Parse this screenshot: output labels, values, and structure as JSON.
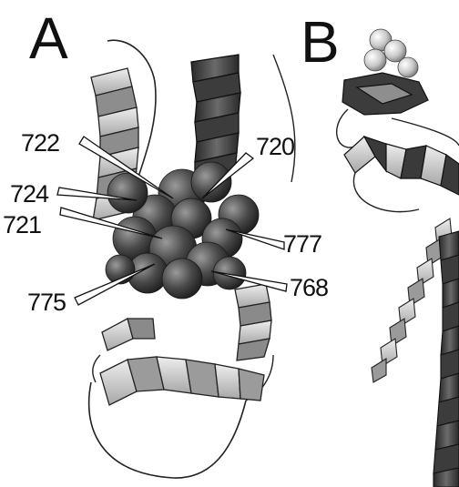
{
  "panels": [
    {
      "letter": "A"
    },
    {
      "letter": "B"
    }
  ],
  "residue_labels": {
    "r722": "722",
    "r724": "724",
    "r721": "721",
    "r775": "775",
    "r720": "720",
    "r777": "777",
    "r768": "768"
  },
  "colors": {
    "ink": "#111111",
    "ribbon_light": "#d8d8d8",
    "ribbon_mid": "#9a9a9a",
    "ribbon_dark": "#3a3a3a",
    "sphere": "#4a4a4a",
    "sphere_light": "#bdbdbd"
  }
}
